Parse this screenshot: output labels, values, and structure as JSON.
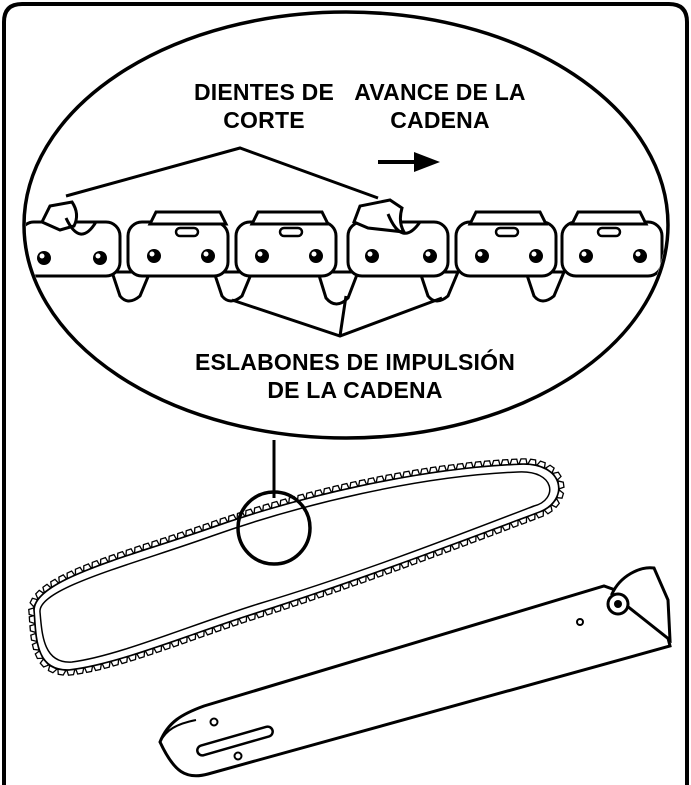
{
  "labels": {
    "cutting_teeth_line1": "DIENTES DE",
    "cutting_teeth_line2": "CORTE",
    "chain_advance_line1": "AVANCE DE LA",
    "chain_advance_line2": "CADENA",
    "drive_links_line1": "ESLABONES DE IMPULSIÓN",
    "drive_links_line2": "DE LA CADENA"
  },
  "icons": {
    "direction": "arrow-right-icon",
    "chain": "saw-chain-icon",
    "bar": "guide-bar-icon",
    "magnifier": "magnifier-circle-icon"
  },
  "colors": {
    "ink": "#000000",
    "paper": "#ffffff"
  }
}
